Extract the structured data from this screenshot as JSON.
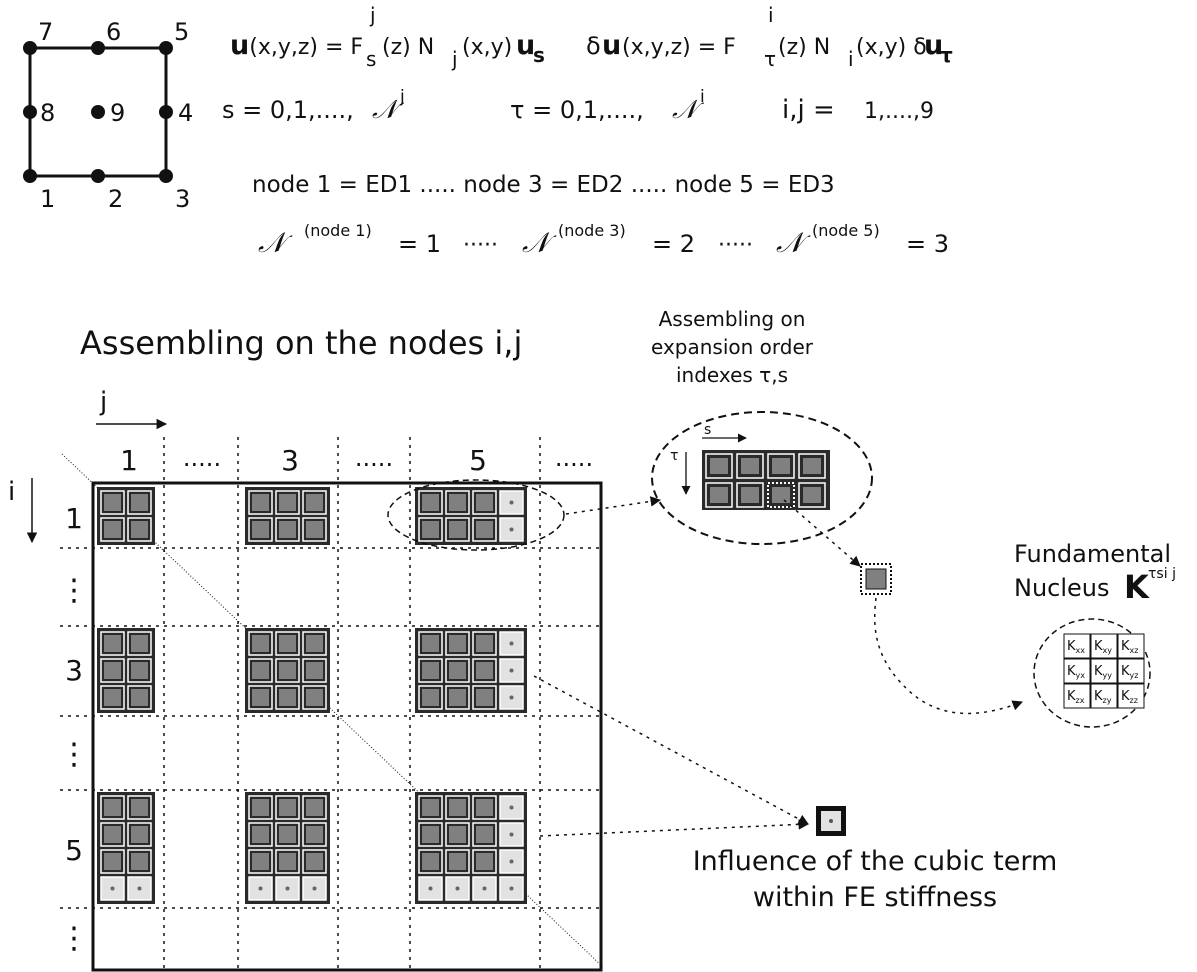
{
  "element_nodes": {
    "labels": [
      "1",
      "2",
      "3",
      "4",
      "5",
      "6",
      "7",
      "8",
      "9"
    ]
  },
  "equations": {
    "u_lhs": "u",
    "u_args": "(x,y,z) = F",
    "u_F_sup": "j",
    "u_F_sub": "s",
    "u_mid": "(z) N",
    "u_N_sub": "j",
    "u_tail": "(x,y)",
    "u_end": "u",
    "u_end_sub": "s",
    "du_delta": "δ",
    "du_lhs": "u",
    "du_args": "(x,y,z) = F",
    "du_F_sup": "i",
    "du_F_sub": "τ",
    "du_mid": "(z) N",
    "du_N_sub": "i",
    "du_tail": "(x,y) δ",
    "du_end": "u",
    "du_end_sub": "τ",
    "s_range": "s = 0,1,....,",
    "s_sup": "j",
    "tau_range": "τ = 0,1,....,",
    "tau_sup": "i",
    "ij_label": "i,j =",
    "ij_range": "1,....,9",
    "script_N": "𝒩",
    "node_map": "node 1 = ED1  ..... node 3 = ED2  ..... node 5 = ED3",
    "order_1_sup": "(node 1)",
    "order_1_val": "= 1",
    "order_3_sup": "(node 3)",
    "order_3_val": "= 2",
    "order_5_sup": "(node 5)",
    "order_5_val": "= 3",
    "dots": "·····"
  },
  "matrix": {
    "title": "Assembling on the nodes i,j",
    "col_axis": "j",
    "row_axis": "i",
    "col_labels": [
      "1",
      ".....",
      "3",
      ".....",
      "5",
      "....."
    ],
    "row_labels": [
      "1",
      "⋮",
      "3",
      "⋮",
      "5",
      "⋮"
    ]
  },
  "expansion": {
    "title_lines": [
      "Assembling on",
      "expansion order",
      "indexes τ,s"
    ],
    "s_label": "s",
    "tau_label": "τ"
  },
  "nucleus": {
    "title_line1": "Fundamental",
    "title_line2": "Nucleus",
    "symbol": "K",
    "symbol_sup": "τsi j",
    "cells": [
      "K",
      "K",
      "K",
      "K",
      "K",
      "K",
      "K",
      "K",
      "K"
    ],
    "subs": [
      "xx",
      "xy",
      "xz",
      "yx",
      "yy",
      "yz",
      "zx",
      "zy",
      "zz"
    ]
  },
  "cubic": {
    "caption_line1": "Influence of the cubic term",
    "caption_line2": "within FE stiffness"
  },
  "colors": {
    "ink": "#111111",
    "block_fill": "#2a2a2a",
    "cell_fill": "#808080",
    "cubic_fill": "#e2e2e2"
  }
}
